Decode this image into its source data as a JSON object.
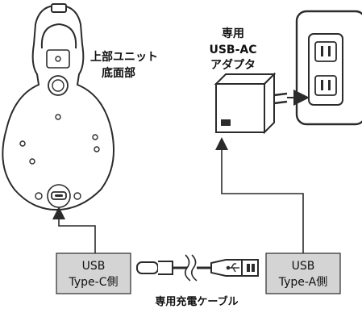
{
  "labels": {
    "unit_line1": "上部ユニット",
    "unit_line2": "底面部",
    "adapter_line1": "専用",
    "adapter_line2": "USB-AC",
    "adapter_line3": "アダプタ",
    "usb_c_line1": "USB",
    "usb_c_line2": "Type-C側",
    "usb_a_line1": "USB",
    "usb_a_line2": "Type-A側",
    "cable_caption": "専用充電ケーブル"
  },
  "colors": {
    "stroke": "#2b2b2b",
    "box_fill": "#d4d4d4",
    "hole_fill": "#ffffff"
  }
}
